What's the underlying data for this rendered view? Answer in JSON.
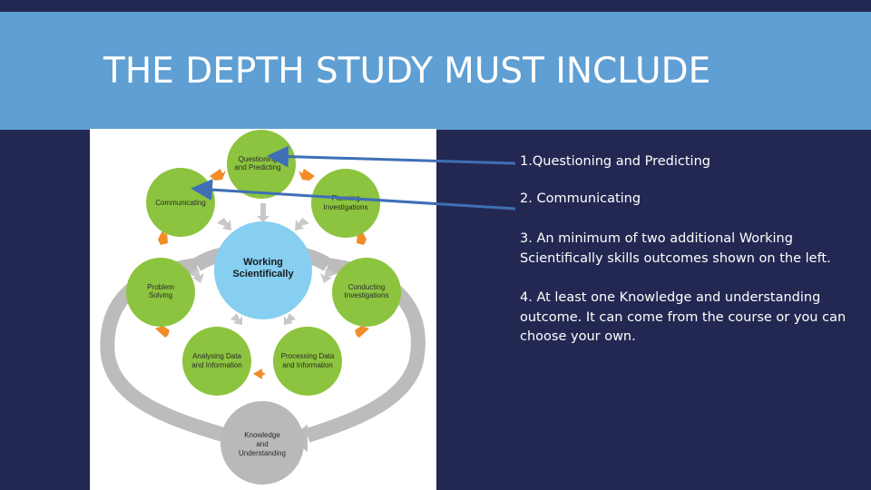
{
  "slide": {
    "title": "THE DEPTH STUDY MUST INCLUDE"
  },
  "diagram": {
    "center": [
      "Working",
      "Scientifically"
    ],
    "nodes": {
      "questioning": [
        "Questioning",
        "and Predicting"
      ],
      "planning": [
        "Planning",
        "Investigations"
      ],
      "conducting": [
        "Conducting",
        "Investigations"
      ],
      "processing": [
        "Processing Data",
        "and Information"
      ],
      "analysing": [
        "Analysing Data",
        "and Information"
      ],
      "problem_solving": [
        "Problem",
        "Solving"
      ],
      "communicating": [
        "Communicating"
      ],
      "knowledge": [
        "Knowledge",
        "and",
        "Understanding"
      ]
    },
    "colors": {
      "green": "#8cc43f",
      "blue": "#86cff0",
      "grey": "#b9b9b9",
      "orange": "#f28c28",
      "arrow_blue": "#3f6fb6"
    }
  },
  "points": [
    "1.Questioning and Predicting",
    "2. Communicating",
    "3. An minimum of two additional Working Scientifically skills outcomes shown on the left.",
    "4. At least one Knowledge and understanding outcome. It can come from the course or you can choose your own."
  ]
}
